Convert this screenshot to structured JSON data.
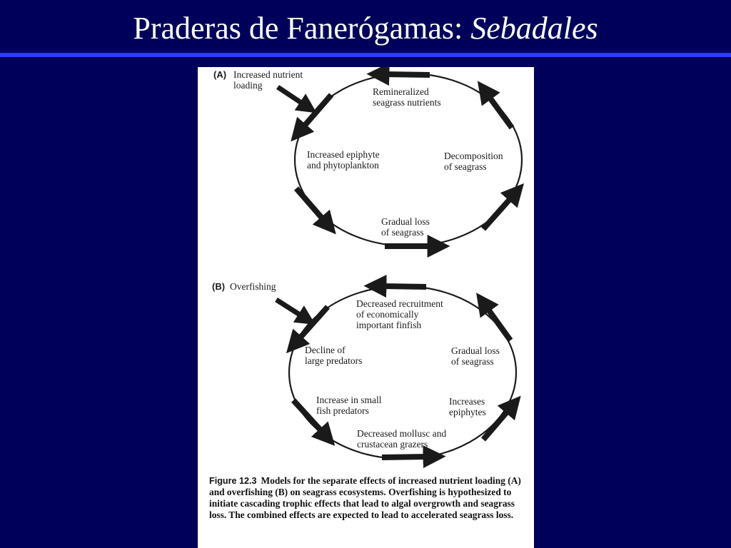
{
  "slide": {
    "title_main": "Praderas de Fanerógamas:",
    "title_italic": "Sebadales"
  },
  "figure": {
    "panel_a": {
      "tag": "(A)",
      "driver": "Increased nutrient\nloading",
      "nodes": {
        "top": "Remineralized\nseagrass nutrients",
        "right": "Decomposition\nof seagrass",
        "bottom": "Gradual loss\nof seagrass",
        "left": "Increased epiphyte\nand phytoplankton"
      }
    },
    "panel_b": {
      "tag": "(B)",
      "driver": "Overfishing",
      "nodes": {
        "top": "Decreased recruitment\nof economically\nimportant finfish",
        "right_upper": "Gradual loss\nof seagrass",
        "right_lower": "Increases\nepiphytes",
        "bottom": "Decreased mollusc and\ncrustacean grazers",
        "left_lower": "Increase in small\nfish predators",
        "left_upper": "Decline of\nlarge predators"
      }
    },
    "caption": {
      "label": "Figure 12.3",
      "text": "Models for the separate effects of increased nutrient loading (A) and overfishing (B) on seagrass ecosystems. Overfishing is hypothesized to initiate cascading trophic effects that lead to algal overgrowth and seagrass loss. The combined effects are expected to lead to accelerated seagrass loss."
    }
  }
}
